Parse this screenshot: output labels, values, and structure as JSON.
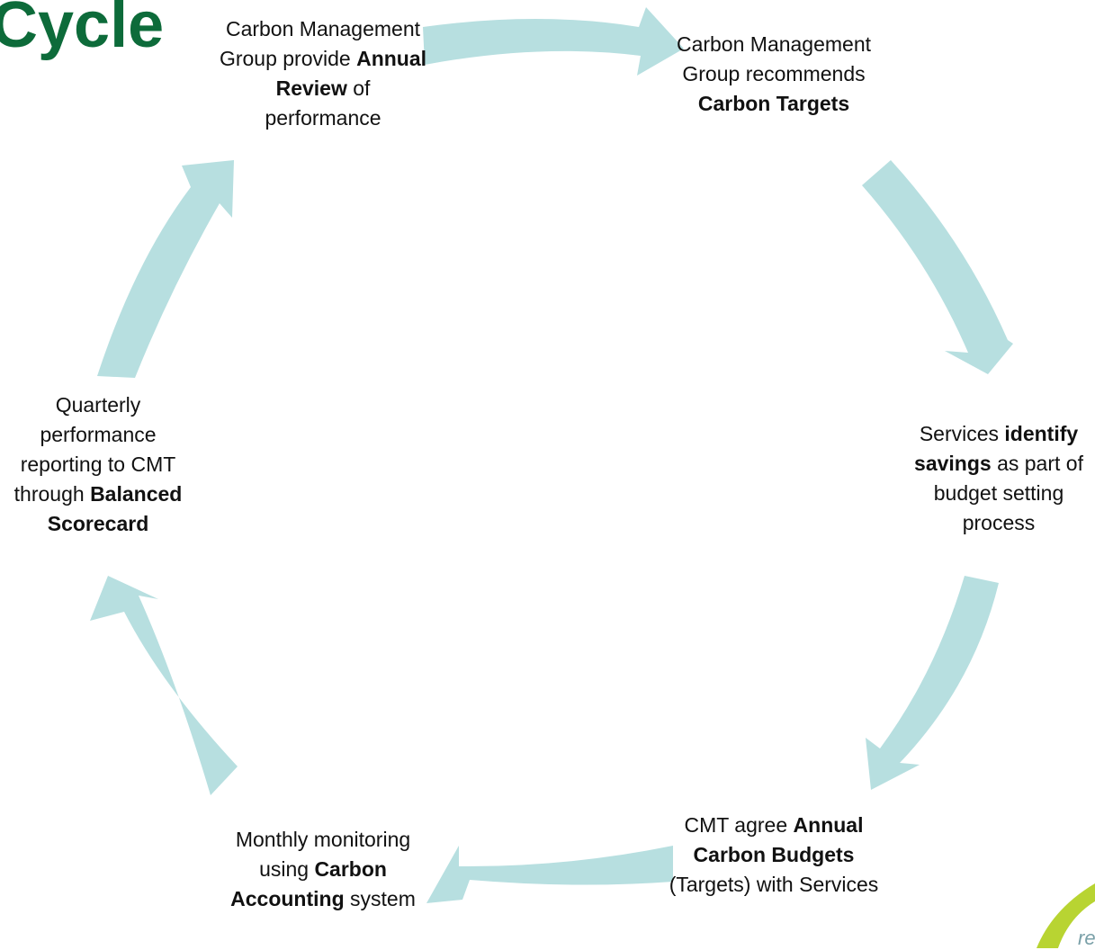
{
  "title": "Cycle",
  "colors": {
    "arrow": "#b7dfe0",
    "title": "#0d6b3a",
    "logo": "#b8d432"
  },
  "steps": [
    {
      "parts": [
        {
          "text": "Carbon Management Group provide "
        },
        {
          "text": "Annual Review",
          "bold": true
        },
        {
          "text": " of performance"
        }
      ]
    },
    {
      "parts": [
        {
          "text": "Carbon Management Group recommends "
        },
        {
          "text": "Carbon Targets",
          "bold": true
        }
      ]
    },
    {
      "parts": [
        {
          "text": "Services "
        },
        {
          "text": "identify savings",
          "bold": true
        },
        {
          "text": " as part of budget setting process"
        }
      ]
    },
    {
      "parts": [
        {
          "text": "CMT agree "
        },
        {
          "text": "Annual Carbon Budgets",
          "bold": true
        },
        {
          "text": " (Targets) with Services"
        }
      ]
    },
    {
      "parts": [
        {
          "text": "Monthly monitoring using "
        },
        {
          "text": "Carbon Accounting",
          "bold": true
        },
        {
          "text": " system"
        }
      ]
    },
    {
      "parts": [
        {
          "text": "Quarterly performance reporting to CMT through "
        },
        {
          "text": "Balanced Scorecard",
          "bold": true
        }
      ]
    }
  ],
  "logo": {
    "text": "re"
  }
}
